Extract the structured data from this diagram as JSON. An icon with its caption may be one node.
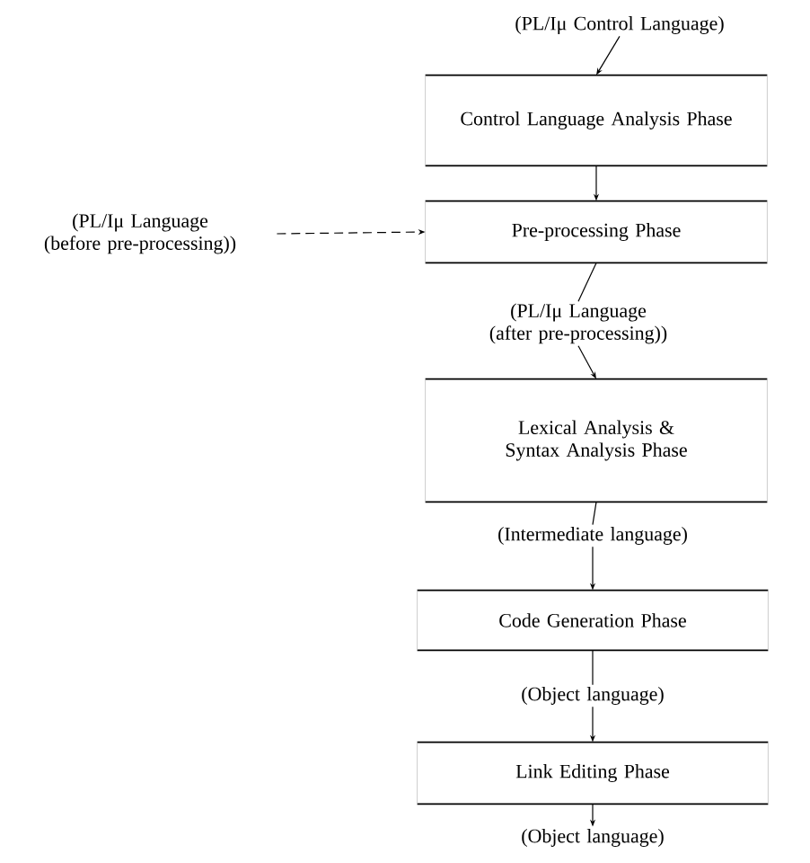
{
  "diagram": {
    "nodes": [
      {
        "text": [
          "(PL/Iμ Control Language)"
        ]
      },
      {
        "text": [
          "Control Language Analysis Phase"
        ]
      },
      {
        "text": [
          "(PL/Iμ Language (before pre-processing))"
        ]
      },
      {
        "text": [
          "Pre-processing Phase"
        ]
      },
      {
        "text": [
          "(PL/Iμ Language (after pre-processing))"
        ]
      },
      {
        "text": [
          "Lexical Analysis & Syntax Analysis Phase"
        ]
      },
      {
        "text": [
          "(Intermediate language)"
        ]
      },
      {
        "text": [
          "Code Generation Phase"
        ]
      },
      {
        "text": [
          "(Object language)"
        ]
      },
      {
        "text": [
          "Link Editing Phase"
        ]
      },
      {
        "text": [
          "(Object language)"
        ]
      }
    ],
    "edges": [
      {
        "from": 0,
        "to": 1,
        "arrow": "to"
      },
      {
        "from": 1,
        "to": 3,
        "arrow": "to"
      },
      {
        "from": 2,
        "to": 3,
        "arrow": "to",
        "style": "dashed"
      },
      {
        "from": 3,
        "to": 4,
        "arrow": "none"
      },
      {
        "from": 4,
        "to": 5,
        "arrow": "to"
      },
      {
        "from": 5,
        "to": 6,
        "arrow": "none"
      },
      {
        "from": 6,
        "to": 7,
        "arrow": "to"
      },
      {
        "from": 7,
        "to": 8,
        "arrow": "none"
      },
      {
        "from": 8,
        "to": 9,
        "arrow": "to"
      },
      {
        "from": 9,
        "to": 10,
        "arrow": "to"
      }
    ]
  }
}
